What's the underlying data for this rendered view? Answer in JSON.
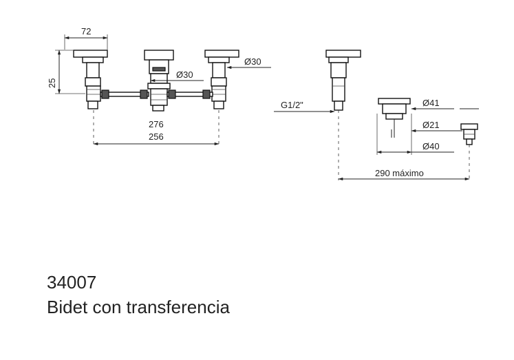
{
  "drawing": {
    "dimensions": {
      "handle_width": "72",
      "handle_height": "25",
      "diameter_spout": "Ø30",
      "diameter_handle": "Ø30",
      "distance_outer": "276",
      "distance_inner": "256",
      "thread": "G1/2\"",
      "diameter_41": "Ø41",
      "diameter_21": "Ø21",
      "diameter_40": "Ø40",
      "max_distance": "290 máximo"
    }
  },
  "caption": {
    "code": "34007",
    "name": "Bidet con transferencia"
  }
}
